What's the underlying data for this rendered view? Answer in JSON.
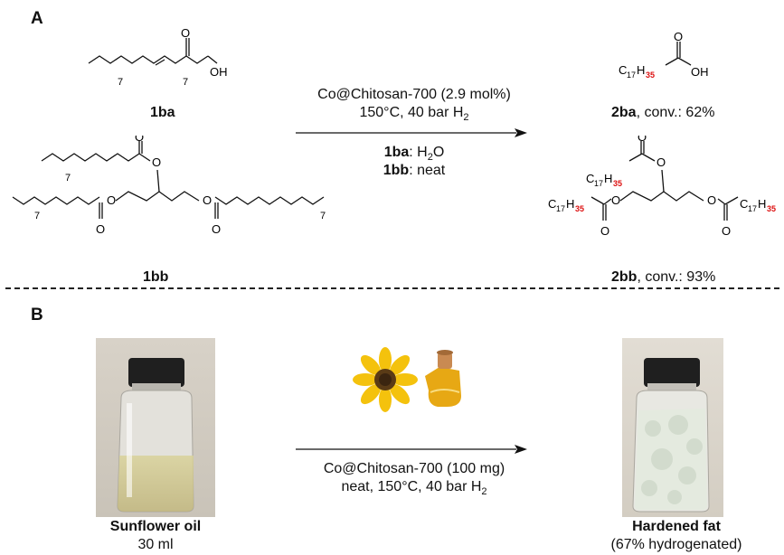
{
  "panelA": {
    "letter": "A",
    "reagent_line1": "Co@Chitosan-700 (2.9 mol%)",
    "reagent_line2_pre": "150°C, 40 bar H",
    "reagent_line2_sub": "2",
    "cond1_label": "1ba",
    "cond1_rest": ": H",
    "cond1_sub": "2",
    "cond1_end": "O",
    "cond2_label": "1bb",
    "cond2_rest": ": neat",
    "sm1_label": "1ba",
    "sm2_label": "1bb",
    "p1_label": "2ba",
    "p1_conv": ", conv.: 62%",
    "p2_label": "2bb",
    "p2_conv": ", conv.: 93%",
    "atom_O": "O",
    "atom_OH": "OH",
    "atom_C": "C",
    "sub_17": "17",
    "atom_H": "H",
    "sub_35": "35",
    "sub_7": "7"
  },
  "panelB": {
    "letter": "B",
    "reagent_line1": "Co@Chitosan-700 (100 mg)",
    "reagent_line2_pre": "neat, 150°C, 40 bar H",
    "reagent_line2_sub": "2",
    "left_title": "Sunflower oil",
    "left_sub": "30 ml",
    "right_title": "Hardened fat",
    "right_sub": "(67% hydrogenated)"
  }
}
